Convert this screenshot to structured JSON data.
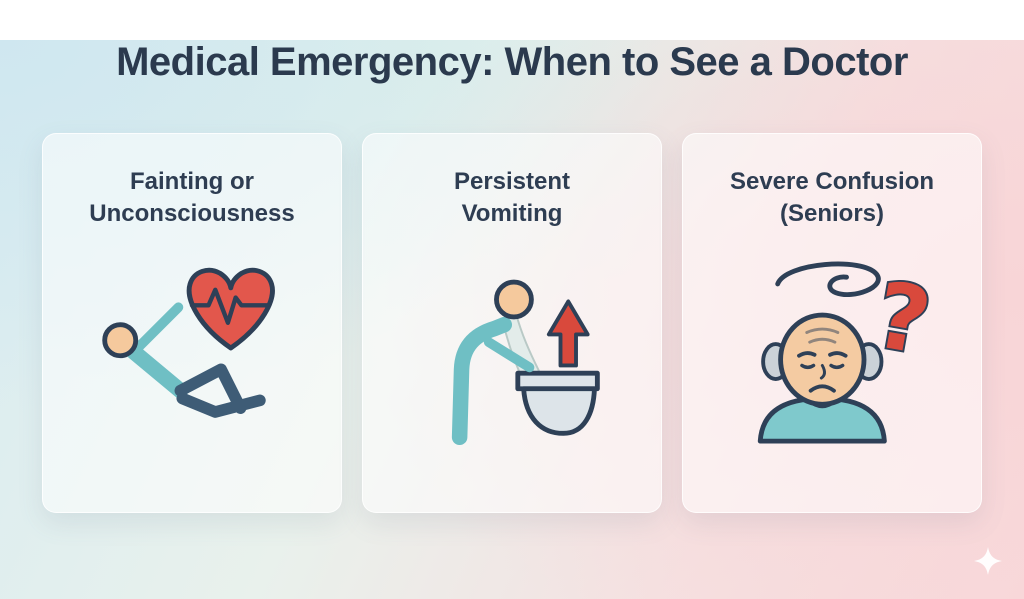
{
  "page": {
    "title": "Medical Emergency: When to See a Doctor"
  },
  "cards": [
    {
      "label_lines": [
        "Fainting or",
        "Unconsciousness"
      ],
      "icon": "fainting-person-heart-icon"
    },
    {
      "label_lines": [
        "Persistent",
        "Vomiting"
      ],
      "icon": "vomiting-person-icon"
    },
    {
      "label_lines": [
        "Severe Confusion",
        "(Seniors)"
      ],
      "icon": "confused-senior-icon"
    }
  ],
  "colors": {
    "title_text": "#2b3a4e",
    "card_text": "#2e3d52",
    "accent_red": "#e0534a",
    "accent_teal": "#6fbfc4",
    "outline_navy": "#2e4057",
    "skin": "#f5c99d",
    "leg_slate": "#3e5c76",
    "toilet_gray": "#dde4e9",
    "hair_gray": "#cbd2d8"
  }
}
